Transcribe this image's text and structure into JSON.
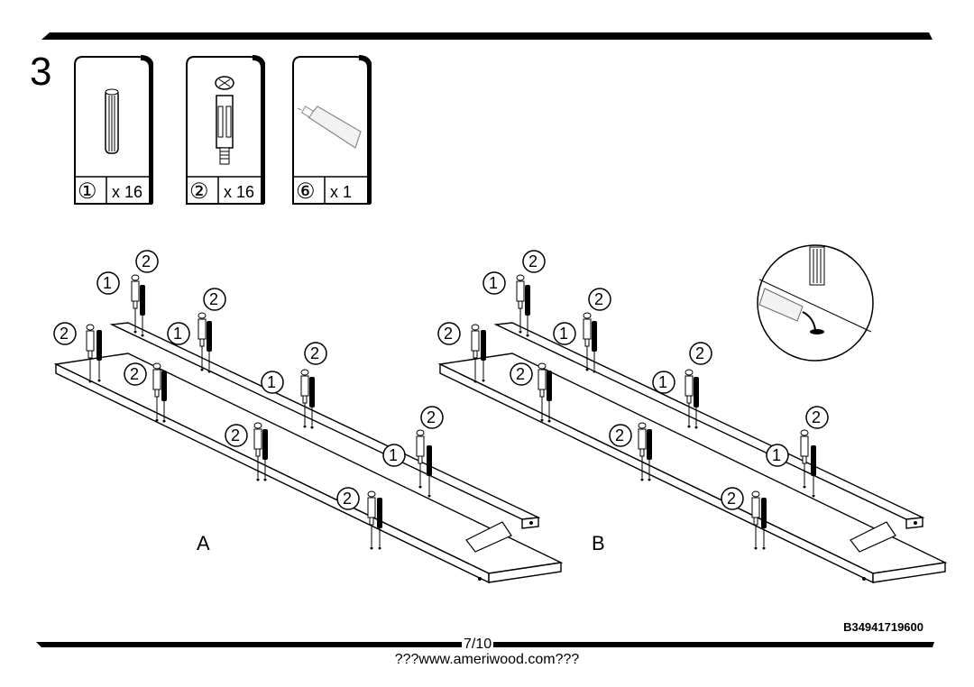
{
  "step": {
    "number": "3"
  },
  "parts": [
    {
      "code": "①",
      "qty": "x 16",
      "icon": "dowel-icon"
    },
    {
      "code": "②",
      "qty": "x 16",
      "icon": "cam-bolt-icon"
    },
    {
      "code": "⑥",
      "qty": "x 1",
      "icon": "glue-bottle-icon"
    }
  ],
  "views": {
    "a": "A",
    "b": "B"
  },
  "callouts": {
    "dowel": "1",
    "bolt": "2"
  },
  "document_code": "B34941719600",
  "footer": {
    "page": "7/10",
    "url": "???www.ameriwood.com???"
  }
}
